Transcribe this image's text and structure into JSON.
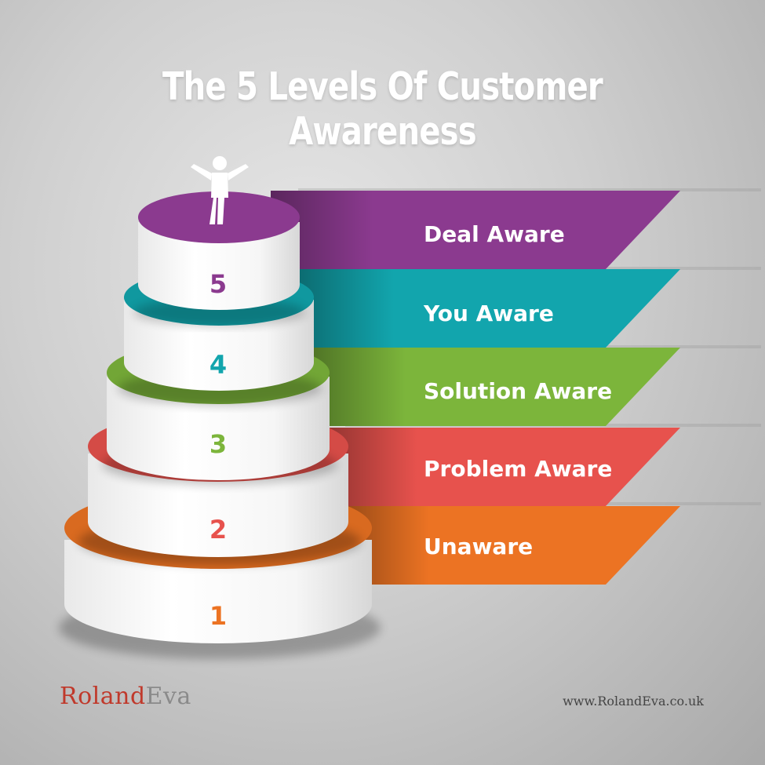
{
  "title": "The 5 Levels Of Customer Awareness",
  "levels": [
    {
      "number": "5",
      "label": "Deal Aware",
      "color": "#8b3a8f"
    },
    {
      "number": "4",
      "label": "You Aware",
      "color": "#12a5ad"
    },
    {
      "number": "3",
      "label": "Solution Aware",
      "color": "#7cb53b"
    },
    {
      "number": "2",
      "label": "Problem Aware",
      "color": "#e7524d"
    },
    {
      "number": "1",
      "label": "Unaware",
      "color": "#ec7323"
    }
  ],
  "figure_icon": "person-arms-raised-icon",
  "brand": {
    "part1": "Roland",
    "part2": "Eva"
  },
  "website": "www.RolandEva.co.uk"
}
